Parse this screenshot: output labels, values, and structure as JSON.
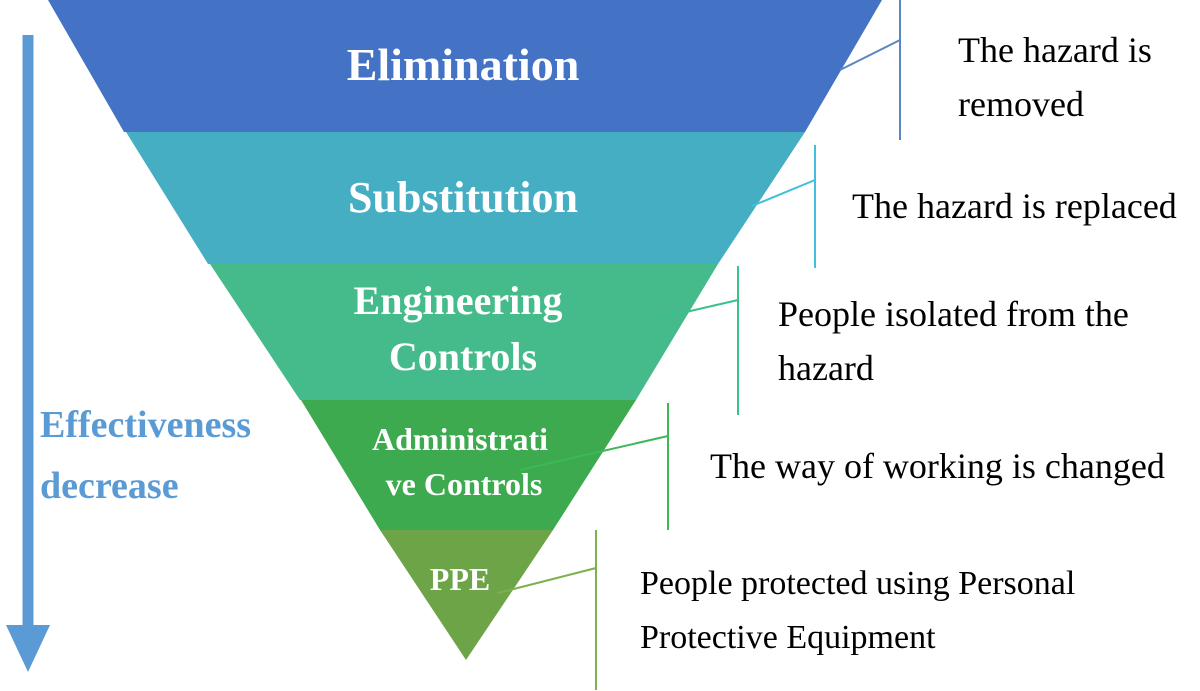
{
  "levels": [
    {
      "id": "elimination",
      "lines": [
        "Elimination"
      ],
      "color": "#4472C4",
      "description": [
        "The hazard is",
        "removed"
      ],
      "line_color": "#5B87C0"
    },
    {
      "id": "substitution",
      "lines": [
        "Substitution"
      ],
      "color": "#45AEC3",
      "description": [
        "The hazard is replaced"
      ],
      "line_color": "#3FC0DC"
    },
    {
      "id": "engineering-controls",
      "lines": [
        "Engineering",
        "Controls"
      ],
      "color": "#45BA8A",
      "description": [
        "People isolated from the",
        "hazard"
      ],
      "line_color": "#3CC08C"
    },
    {
      "id": "administrative-controls",
      "lines": [
        "Administrati",
        "ve Controls"
      ],
      "color": "#3EAA50",
      "description": [
        "The way of working is changed"
      ],
      "line_color": "#3CB858"
    },
    {
      "id": "ppe",
      "lines": [
        "PPE"
      ],
      "color": "#6DA448",
      "description": [
        "People protected using Personal",
        "Protective Equipment"
      ],
      "line_color": "#7DB04E"
    }
  ],
  "effectiveness": {
    "lines": [
      "Effectiveness",
      "decrease"
    ],
    "color": "#5B9BD5"
  }
}
